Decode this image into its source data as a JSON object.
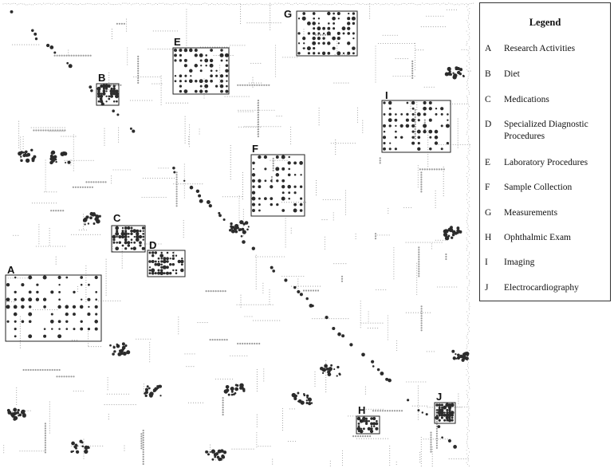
{
  "chart_data": {
    "type": "heatmap",
    "description_visible": "Sparse co-occurrence dot matrix with boxed clusters labeled A–J",
    "clusters": [
      {
        "key": "A",
        "label": "Research Activities"
      },
      {
        "key": "B",
        "label": "Diet"
      },
      {
        "key": "C",
        "label": "Medications"
      },
      {
        "key": "D",
        "label": "Specialized Diagnostic Procedures"
      },
      {
        "key": "E",
        "label": "Laboratory Procedures"
      },
      {
        "key": "F",
        "label": "Sample Collection"
      },
      {
        "key": "G",
        "label": "Measurements"
      },
      {
        "key": "H",
        "label": "Ophthalmic Exam"
      },
      {
        "key": "I",
        "label": "Imaging"
      },
      {
        "key": "J",
        "label": "Electrocardiography"
      }
    ],
    "legend_title": "Legend",
    "legend_position": "right",
    "colors": {
      "dot": "#2b2b2b",
      "faint": "#9a9a9a",
      "box": "#222222"
    }
  }
}
